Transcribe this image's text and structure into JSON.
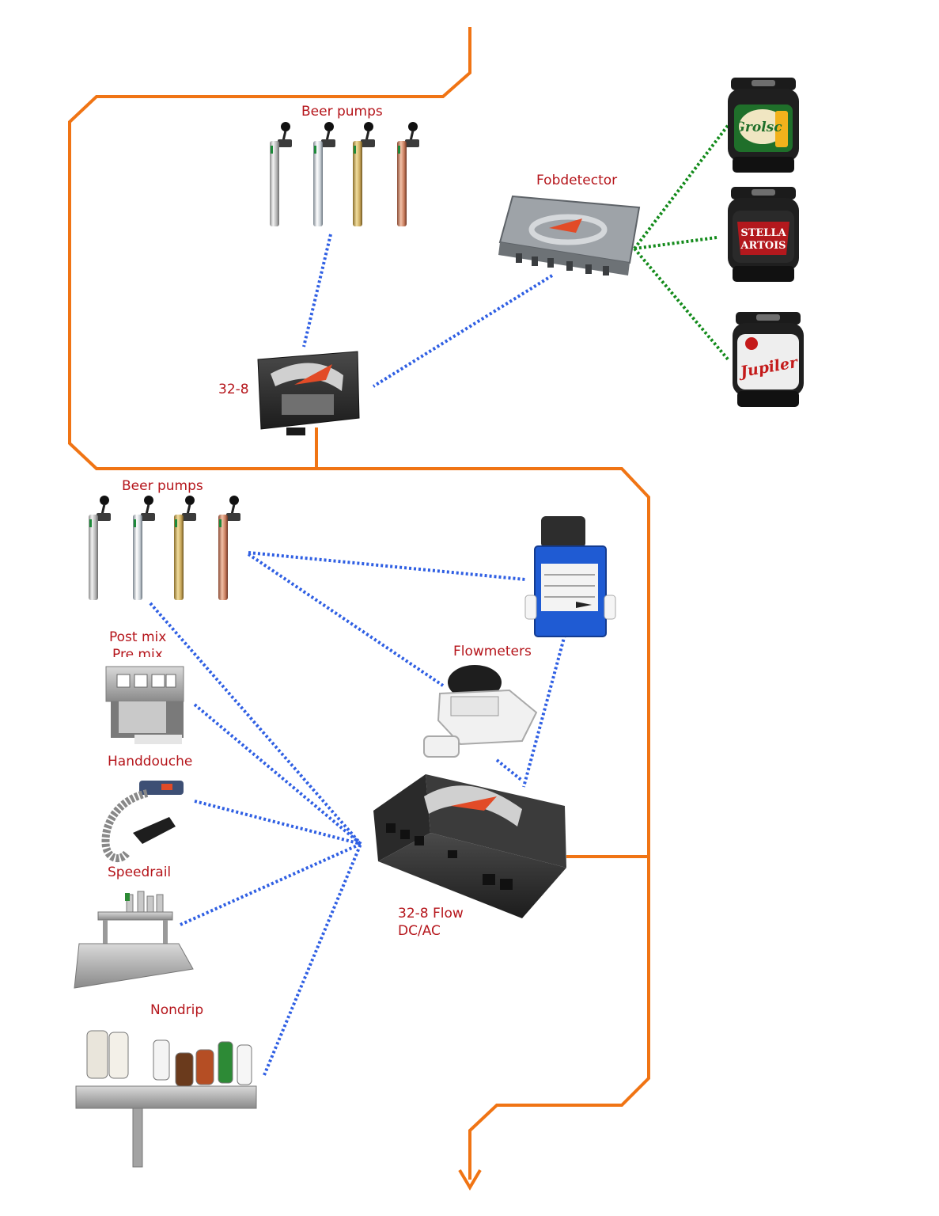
{
  "colors": {
    "label": "#b5151b",
    "main_line": "#f07414",
    "data_link": "#2f5fe3",
    "keg_link": "#128a1a",
    "device_body": "#2b2b2b",
    "device_accent": "#e24b27"
  },
  "labels": {
    "beer_pumps_top": "Beer pumps",
    "fobdetector": "Fobdetector",
    "controller_top": "32-8",
    "beer_pumps_bottom": "Beer pumps",
    "post_mix": "Post mix",
    "pre_mix": "Pre mix",
    "flowmeters": "Flowmeters",
    "handdouche": "Handdouche",
    "speedrail": "Speedrail",
    "controller_flow_line1": "32-8 Flow",
    "controller_flow_line2": "DC/AC",
    "nondrip": "Nondrip"
  },
  "kegs": [
    {
      "brand": "Grolsch",
      "icon": "keg-grolsch",
      "color": "#1f6f2a"
    },
    {
      "brand": "STELLA ARTOIS",
      "icon": "keg-stella-artois",
      "color": "#b3181d"
    },
    {
      "brand": "Jupiler",
      "icon": "keg-jupiler",
      "color": "#c41a1a"
    }
  ],
  "icons": {
    "beer_pump": "beer-pump-icon",
    "fobdetector": "fobdetector-device-icon",
    "controller": "controller-32-8-icon",
    "flowmeter": "flowmeter-icon",
    "post_mix": "post-mix-unit-icon",
    "handdouche": "handdouche-gun-icon",
    "speedrail": "speedrail-icon",
    "nondrip": "nondrip-rail-icon"
  }
}
